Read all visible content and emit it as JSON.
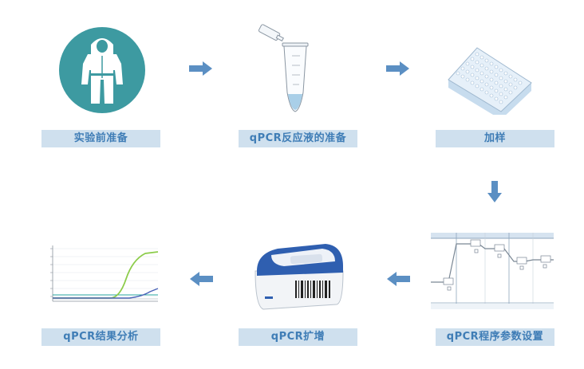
{
  "steps": [
    {
      "id": "s1",
      "label": "实验前准备"
    },
    {
      "id": "s2",
      "label": "qPCR反应液的准备"
    },
    {
      "id": "s3",
      "label": "加样"
    },
    {
      "id": "s4",
      "label": "qPCR程序参数设置"
    },
    {
      "id": "s5",
      "label": "qPCR扩增"
    },
    {
      "id": "s6",
      "label": "qPCR结果分析"
    }
  ],
  "colors": {
    "label_bg": "#cfe0ee",
    "label_text": "#3f7db6",
    "arrow": "#5b8fc3",
    "teal_circle": "#3d9aa1"
  },
  "icons": {
    "s1": "protective-suit-icon",
    "s2": "microcentrifuge-tube-icon",
    "s3": "well-plate-icon",
    "s4": "thermal-program-chart-icon",
    "s5": "pcr-instrument-icon",
    "s6": "amplification-curve-icon"
  }
}
